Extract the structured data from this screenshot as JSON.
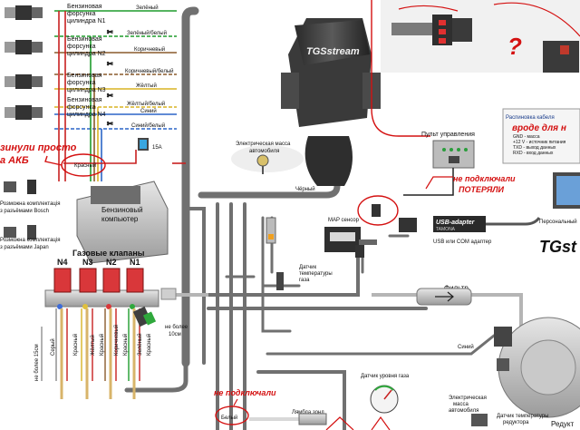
{
  "injectors": [
    {
      "label1": "Бензиновая",
      "label2": "форсунка",
      "label3": "цилиндра N1",
      "wire": "Зелёный"
    },
    {
      "label1": "Бензиновая",
      "label2": "форсунка",
      "label3": "цилиндра N2",
      "wire": "Коричневый"
    },
    {
      "label1": "Бензиновая",
      "label2": "форсунка",
      "label3": "цилиндра N3",
      "wire": "Жёлтый"
    },
    {
      "label1": "Бензиновая",
      "label2": "форсунка",
      "label3": "цилиндра N4",
      "wire": "Синий"
    }
  ],
  "wire_labels": {
    "green": "Зелёный",
    "green_white": "Зелёный/белый",
    "brown": "Коричневый",
    "brown_white": "Коричневый/белый",
    "yellow": "Жёлтый",
    "yellow_white": "Жёлтый/белый",
    "blue": "Синий",
    "blue_white": "Синий/белый",
    "red": "Красный",
    "black": "Чёрный",
    "white": "Белый"
  },
  "fuse": "15А",
  "notes": {
    "akb": "зинули просто",
    "akb2": "а АКБ",
    "not_connected_1": "не подключали",
    "not_connected_1b": "ПОТЕРЯЛИ",
    "not_connected_2": "не подключали",
    "like_for": "вроде для н"
  },
  "connectors": {
    "bosch1": "Розможна  комплектація",
    "bosch2": "з разъёмами Bosch",
    "japan1": "Розможна  комплектація",
    "japan2": "з разъёмами Japan"
  },
  "ecu": {
    "brand": "TGSstream",
    "label1": "Бензиновый",
    "label2": "компьютер"
  },
  "gas_valves": {
    "title": "Газовые клапаны",
    "labels": [
      "N4",
      "N3",
      "N2",
      "N1"
    ]
  },
  "valve_wires": [
    "Серый",
    "Красный",
    "Жёлтый",
    "Красный",
    "Коричневый",
    "Красный",
    "Зелёный",
    "Красный"
  ],
  "limits": {
    "a": "не более",
    "b": "10см",
    "c": "не более 15см"
  },
  "ground": {
    "label1": "Электрическая масса",
    "label2": "автомобиля"
  },
  "ground2": {
    "label1": "Электрическая",
    "label2": "масса",
    "label3": "автомобиля"
  },
  "control_panel": "Пульт управления",
  "map_sensor": "MAP сенсор",
  "usb_adapter": {
    "label": "USB или COM адаптер",
    "device": "USB-adapter",
    "brand": "TAMONA"
  },
  "gas_temp": {
    "label1": "Датчик",
    "label2": "температуры",
    "label3": "газа"
  },
  "filter": "Фильтр",
  "level_sensor": "Датчик уровня газа",
  "lambda": "Лямбда зонд",
  "reducer": {
    "label": "Редукт",
    "temp": "Датчик температуры",
    "temp2": "редуктора"
  },
  "pc": "Персональный",
  "brand_right": "TGst",
  "wire_note": {
    "title": "Распиновка кабеля",
    "l1": "GND - масса",
    "l2": "+12 V - источник питания",
    "l3": "TXD - выход данных",
    "l4": "RXD - вход данных"
  },
  "colors": {
    "ann": "#d41111",
    "harness": "#6e6e6e",
    "valve": "#d9373a"
  }
}
